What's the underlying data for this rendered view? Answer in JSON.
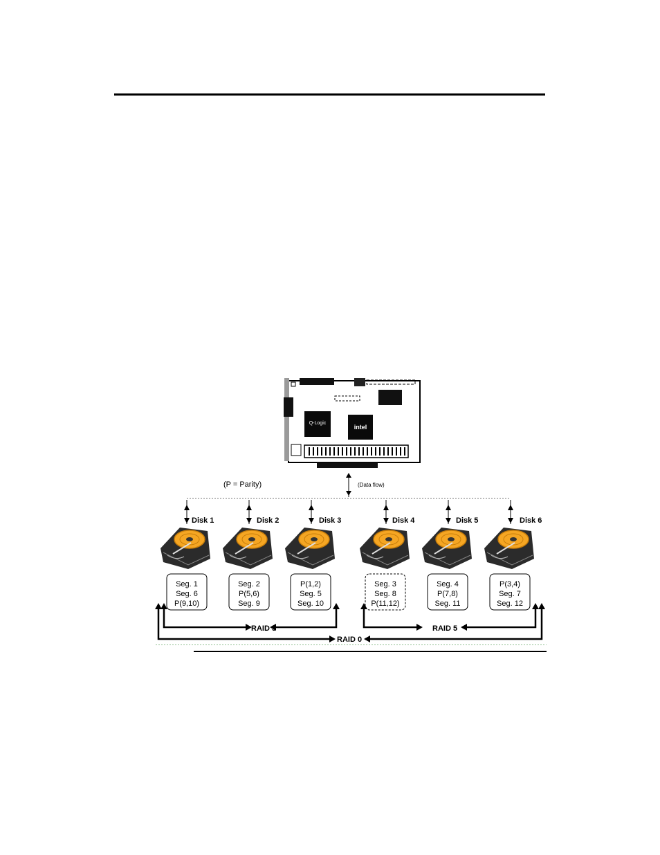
{
  "board": {
    "chip1_label": "Q-Logic",
    "chip2_label": "intel"
  },
  "annotations": {
    "parity_note": "(P = Parity)",
    "data_flow": "(Data flow)"
  },
  "disks": [
    {
      "name": "Disk 1",
      "segments": [
        "Seg. 1",
        "Seg. 6",
        "P(9,10)"
      ],
      "dashed": false,
      "arrow": "both"
    },
    {
      "name": "Disk 2",
      "segments": [
        "Seg. 2",
        "P(5,6)",
        "Seg. 9"
      ],
      "dashed": false,
      "arrow": "both"
    },
    {
      "name": "Disk 3",
      "segments": [
        "P(1,2)",
        "Seg. 5",
        "Seg. 10"
      ],
      "dashed": false,
      "arrow": "both"
    },
    {
      "name": "Disk 4",
      "segments": [
        "Seg. 3",
        "Seg. 8",
        "P(11,12)"
      ],
      "dashed": true,
      "arrow": "both"
    },
    {
      "name": "Disk 5",
      "segments": [
        "Seg. 4",
        "P(7,8)",
        "Seg. 11"
      ],
      "dashed": false,
      "arrow": "both"
    },
    {
      "name": "Disk 6",
      "segments": [
        "P(3,4)",
        "Seg. 7",
        "Seg. 12"
      ],
      "dashed": false,
      "arrow": "both"
    }
  ],
  "raid_labels": {
    "left_group": "RAID 5",
    "right_group": "RAID 5",
    "overall": "RAID 0"
  },
  "colors": {
    "platter": "#f5a623",
    "platter_dark": "#c77d0a",
    "housing": "#2b2b2b"
  }
}
